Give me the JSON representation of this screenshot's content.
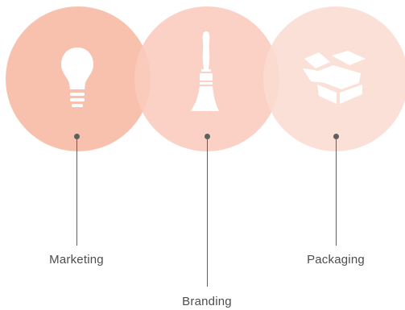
{
  "items": [
    {
      "label": "Marketing",
      "icon": "lightbulb-icon",
      "circle_color": "#f7b8a3"
    },
    {
      "label": "Branding",
      "icon": "paintbrush-icon",
      "circle_color": "#f9cbbc"
    },
    {
      "label": "Packaging",
      "icon": "box-icon",
      "circle_color": "#fadcd2"
    }
  ],
  "colors": {
    "background": "#ffffff",
    "connector": "#5f5f5f",
    "label_text": "#4d4d4d",
    "icon_fill": "#ffffff"
  }
}
